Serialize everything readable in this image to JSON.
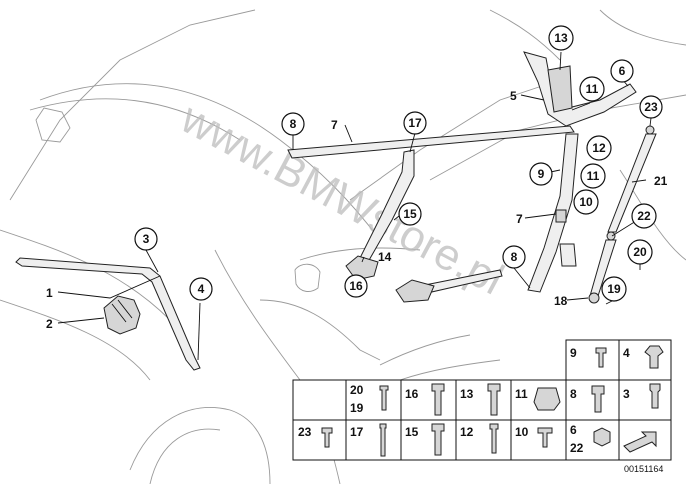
{
  "watermark": "www.BMWstore.pl",
  "diagram_id": "00151164",
  "callouts": {
    "c1": "1",
    "c2": "2",
    "c3": "3",
    "c4": "4",
    "c5": "5",
    "c6": "6",
    "c7a": "7",
    "c7b": "7",
    "c8a": "8",
    "c8b": "8",
    "c9": "9",
    "c10": "10",
    "c11a": "11",
    "c11b": "11",
    "c12": "12",
    "c13": "13",
    "c14": "14",
    "c15": "15",
    "c16": "16",
    "c17": "17",
    "c18": "18",
    "c19": "19",
    "c20": "20",
    "c21": "21",
    "c22": "22",
    "c23": "23"
  },
  "legend": {
    "r1": [
      "20",
      "19",
      "16",
      "13",
      "11",
      "9",
      "8",
      "4",
      "3"
    ],
    "r2": [
      "23",
      "17",
      "15",
      "12",
      "10",
      "6",
      "22"
    ]
  }
}
